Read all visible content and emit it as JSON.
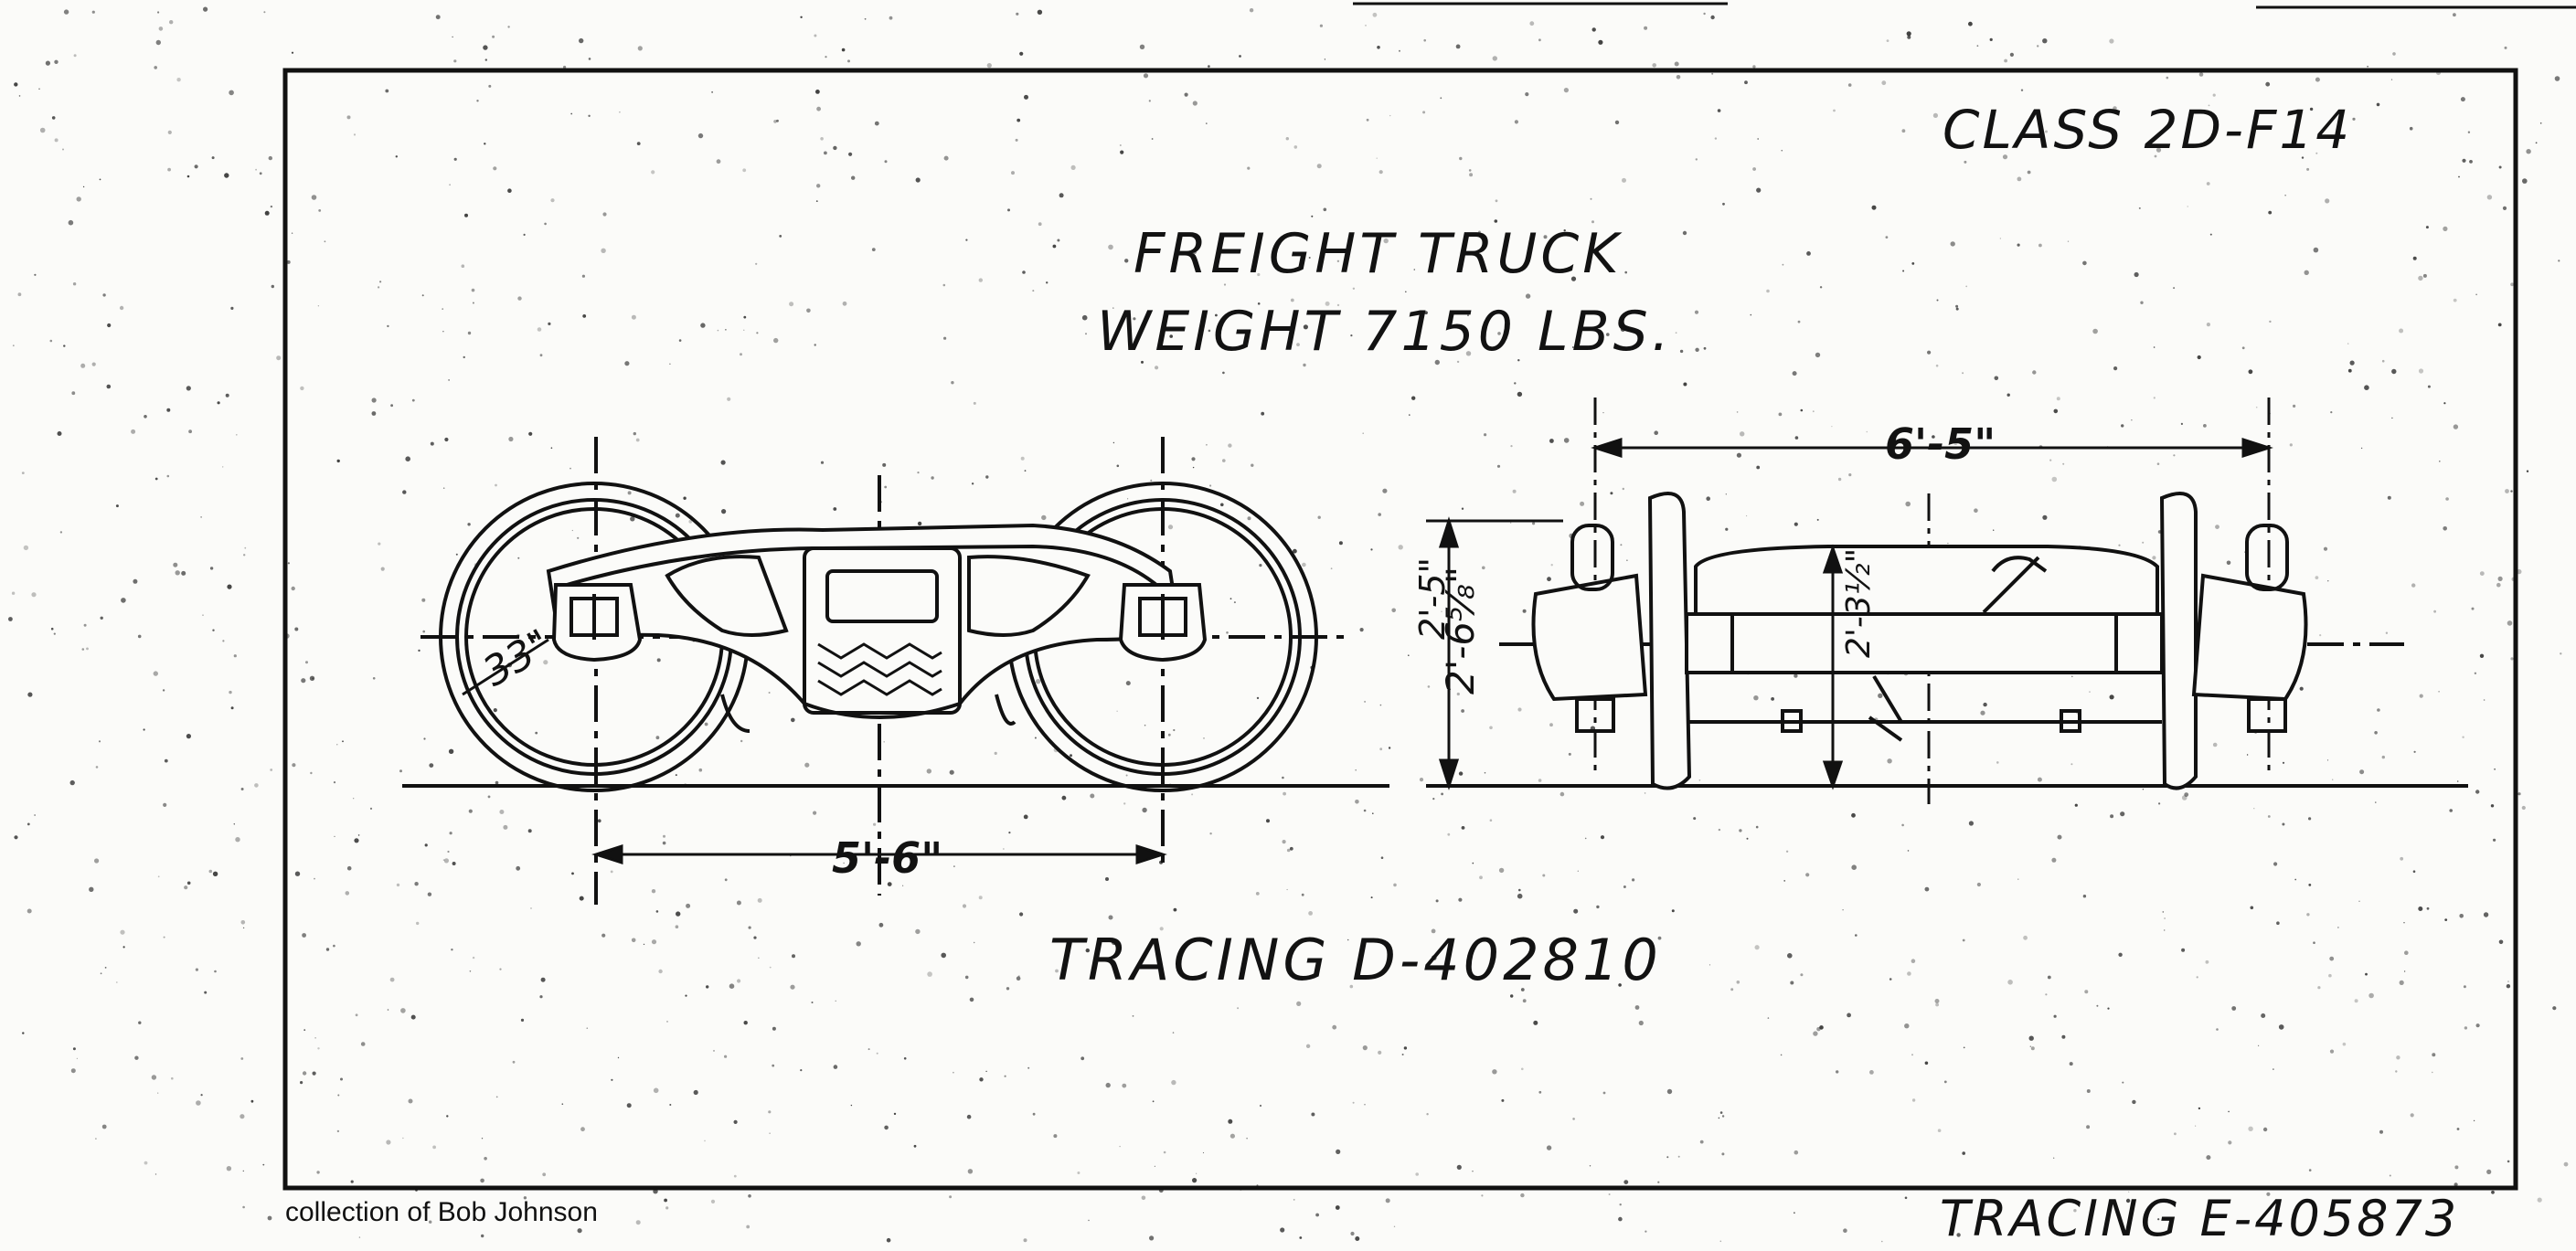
{
  "drawing": {
    "class_label": "CLASS 2D-F14",
    "title": "FREIGHT TRUCK",
    "weight": "WEIGHT 7150 LBS.",
    "tracing_inner": "TRACING D-402810",
    "tracing_outer": "TRACING E-405873",
    "credit": "collection of Bob Johnson"
  },
  "dimensions": {
    "wheelbase": "5'-6\"",
    "wheel_diameter": "33\"",
    "track_gauge": "6'-5\"",
    "overall_height": "2'-6⅝\"",
    "axle_height": "2'-3½\"",
    "center_height": "2'-5\""
  },
  "colors": {
    "paper": "#fbfbf9",
    "ink": "#121212"
  }
}
